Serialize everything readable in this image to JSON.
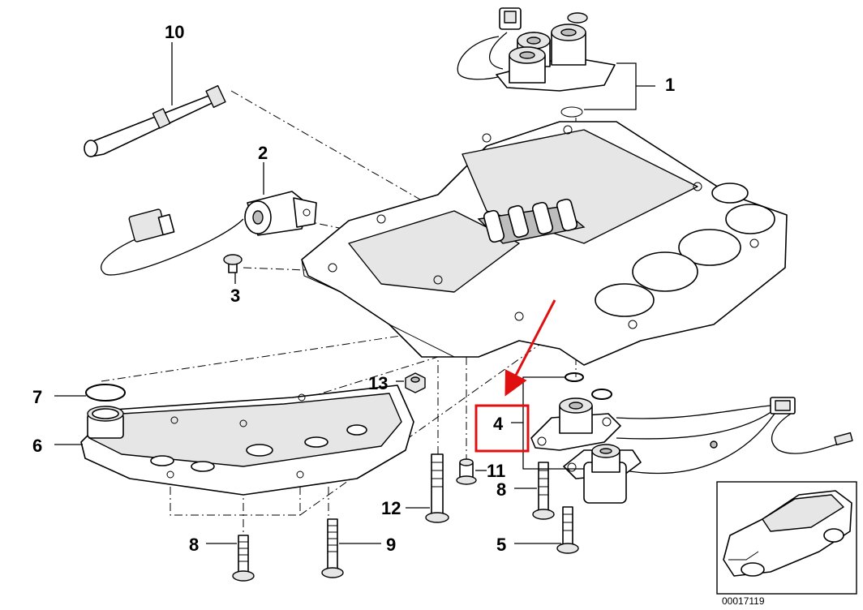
{
  "diagram": {
    "callouts": [
      "1",
      "2",
      "3",
      "4",
      "5",
      "6",
      "7",
      "8",
      "8",
      "9",
      "10",
      "11",
      "12",
      "13"
    ],
    "highlight_color": "#e01010",
    "highlighted_callout": "4",
    "inset_code": "00017119"
  }
}
